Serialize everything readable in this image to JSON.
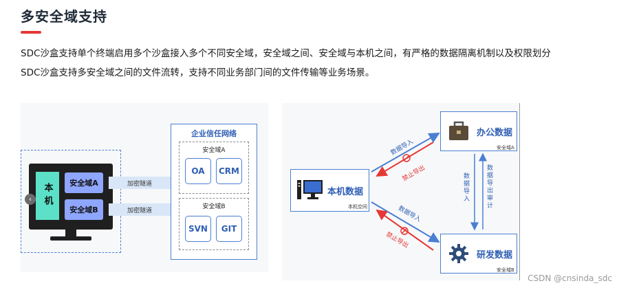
{
  "header": {
    "title": "多安全域支持"
  },
  "description": {
    "line1": "SDC沙盒支持单个终端启用多个沙盒接入多个不同安全域，安全域之间、安全域与本机之间，有严格的数据隔离机制以及权限划分",
    "line2": "SDC沙盒支持多安全域之间的文件流转，支持不同业务部门间的文件传输等业务场景。"
  },
  "left_diagram": {
    "local_label": "本机",
    "zone_a": "安全域A",
    "zone_b": "安全域B",
    "tunnel": "加密隧道",
    "enterprise_title": "企业信任网络",
    "enterprise_zone_a": "安全域A",
    "enterprise_zone_b": "安全域B",
    "apps_a": [
      "OA",
      "CRM"
    ],
    "apps_b": [
      "SVN",
      "GIT"
    ]
  },
  "right_diagram": {
    "local": {
      "title": "本机数据",
      "sub": "本机空间"
    },
    "office": {
      "title": "办公数据",
      "sub": "安全域A"
    },
    "dev": {
      "title": "研发数据",
      "sub": "安全域B"
    },
    "import_label": "数据导入",
    "forbid_export": "禁止导出",
    "vertical_import": "数据导入",
    "vertical_audit": "数据导出审计"
  },
  "colors": {
    "accent_blue": "#4a7fd1",
    "title_blue": "#2f5fb4",
    "forbid_red": "#e53935",
    "local_teal": "#5ce1c8",
    "zone_purple": "#8fa6ff"
  },
  "watermark": "CSDN @cnsinda_sdc"
}
